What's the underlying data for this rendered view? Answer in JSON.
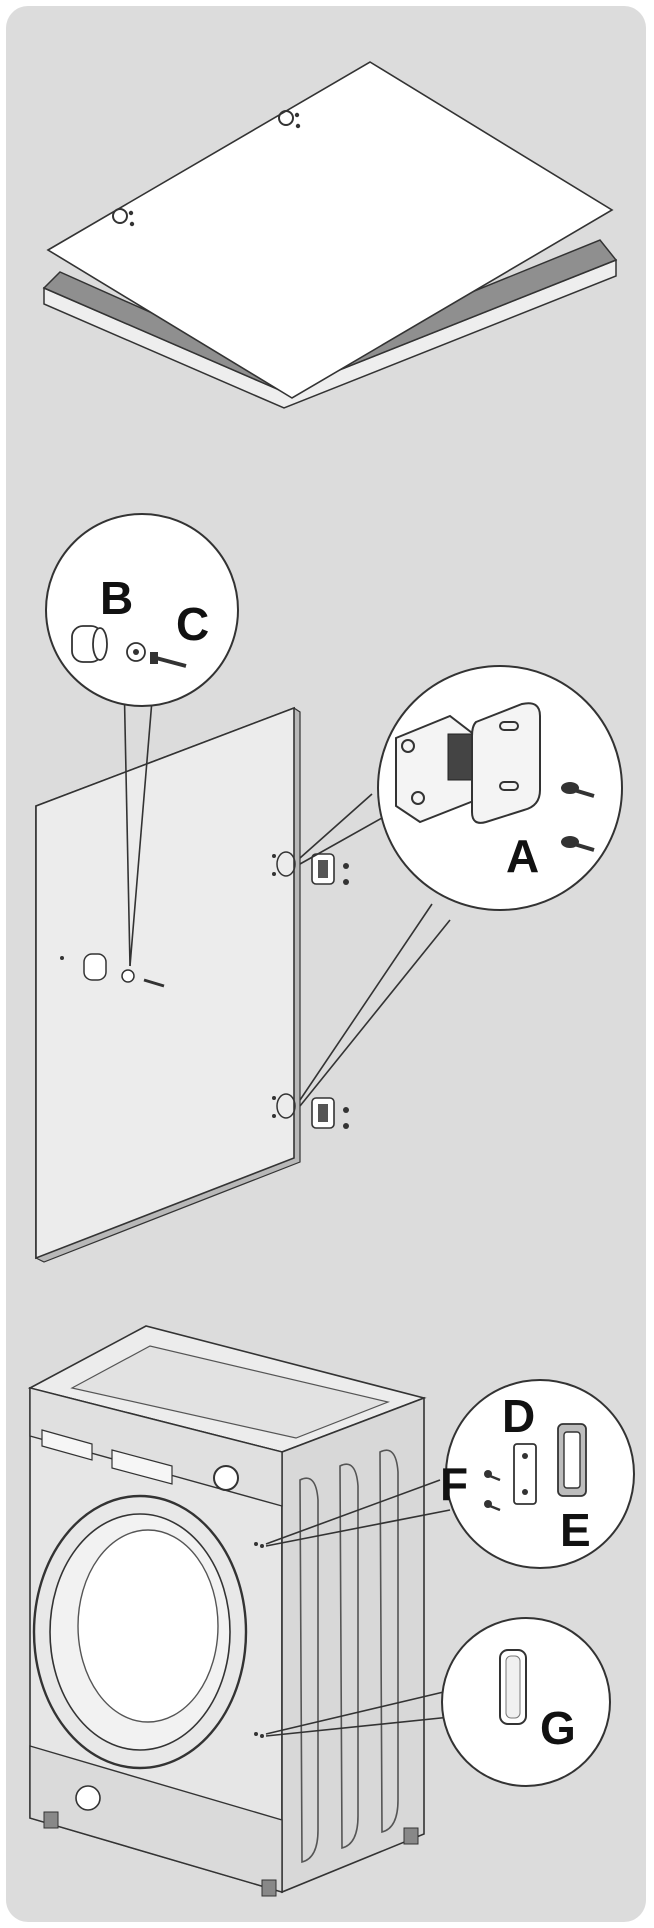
{
  "labels": {
    "a": "A",
    "b": "B",
    "c": "C",
    "d": "D",
    "e": "E",
    "f": "F",
    "g": "G"
  },
  "colors": {
    "panel": "#dcdcdc",
    "line": "#333333",
    "part_fill": "#ffffff",
    "edge": "#8f8f8f"
  }
}
